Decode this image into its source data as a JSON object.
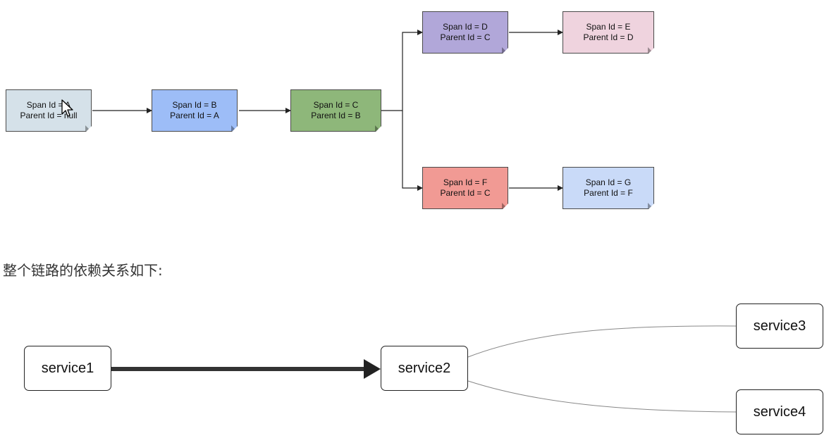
{
  "span_tree": {
    "spans": [
      {
        "key": "A",
        "line1": "Span Id = A",
        "line2": "Parent Id = null",
        "color": "#d5e1e9"
      },
      {
        "key": "B",
        "line1": "Span Id = B",
        "line2": "Parent Id = A",
        "color": "#9dbdf7"
      },
      {
        "key": "C",
        "line1": "Span Id = C",
        "line2": "Parent Id = B",
        "color": "#8eb77a"
      },
      {
        "key": "D",
        "line1": "Span Id = D",
        "line2": "Parent Id = C",
        "color": "#b1a7d9"
      },
      {
        "key": "E",
        "line1": "Span Id = E",
        "line2": "Parent Id = D",
        "color": "#efd3de"
      },
      {
        "key": "F",
        "line1": "Span Id = F",
        "line2": "Parent Id = C",
        "color": "#f19a94"
      },
      {
        "key": "G",
        "line1": "Span Id = G",
        "line2": "Parent Id = F",
        "color": "#c9daf8"
      }
    ],
    "edges": [
      [
        "A",
        "B"
      ],
      [
        "B",
        "C"
      ],
      [
        "C",
        "D"
      ],
      [
        "D",
        "E"
      ],
      [
        "C",
        "F"
      ],
      [
        "F",
        "G"
      ]
    ]
  },
  "caption": "整个链路的依赖关系如下:",
  "dependency_graph": {
    "services": [
      {
        "key": "service1",
        "label": "service1"
      },
      {
        "key": "service2",
        "label": "service2"
      },
      {
        "key": "service3",
        "label": "service3"
      },
      {
        "key": "service4",
        "label": "service4"
      }
    ],
    "edges": [
      [
        "service1",
        "service2"
      ],
      [
        "service2",
        "service3"
      ],
      [
        "service2",
        "service4"
      ]
    ]
  }
}
